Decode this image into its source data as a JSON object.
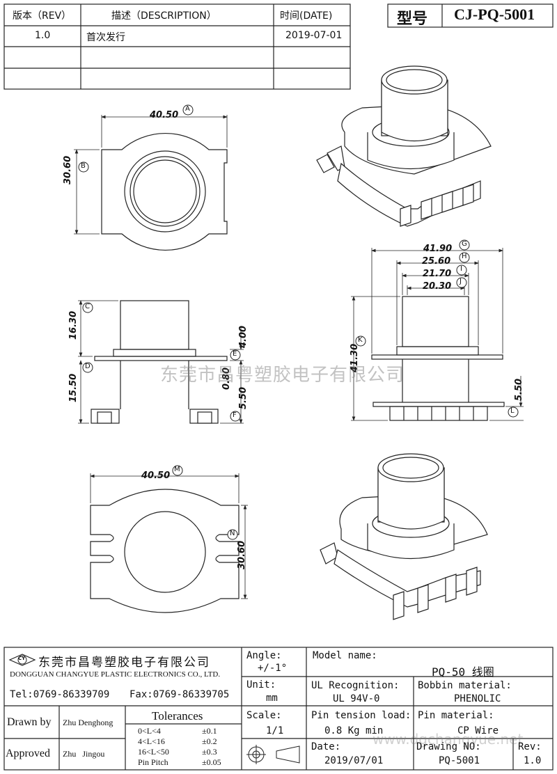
{
  "revision_table": {
    "headers": [
      "版本（REV）",
      "描述（DESCRIPTION）",
      "时间(DATE)"
    ],
    "rows": [
      {
        "rev": "1.0",
        "description": "首次发行",
        "date": "2019-07-01"
      }
    ]
  },
  "model_box": {
    "label": "型号",
    "value": "CJ-PQ-5001"
  },
  "dimensions": {
    "top_view": {
      "A": "40.50",
      "B": "30.60"
    },
    "side_view": {
      "C": "16.30",
      "D": "15.50",
      "E": "4.00",
      "F": "5.50",
      "gap": "0.80"
    },
    "front_view": {
      "G": "41.90",
      "H": "25.60",
      "I": "21.70",
      "J": "20.30",
      "K": "41.30",
      "L": "5.50"
    },
    "bottom_view": {
      "M": "40.50",
      "N": "30.60"
    },
    "markers": [
      "A",
      "B",
      "C",
      "D",
      "E",
      "F",
      "G",
      "H",
      "I",
      "J",
      "K",
      "L",
      "M",
      "N"
    ]
  },
  "watermark": "东莞市昌粤塑胶电子有限公司",
  "watermark_url": "www.dgchangyue.net",
  "title_block": {
    "logo_text": "CY",
    "company_cn": "东莞市昌粤塑胶电子有限公司",
    "company_en": "DONGGUAN CHANGYUE PLASTIC ELECTRONICS CO., LTD.",
    "tel": "Tel:0769-86339709",
    "fax": "Fax:0769-86339705",
    "drawn_by_label": "Drawn by",
    "drawn_by": "Zhu Denghong",
    "approved_label": "Approved",
    "approved_by": "Zhu   Jingou",
    "tolerances_label": "Tolerances",
    "tolerances": [
      {
        "range": "0<L<4",
        "value": "±0.1"
      },
      {
        "range": "4<L<16",
        "value": "±0.2"
      },
      {
        "range": "16<L<50",
        "value": "±0.3"
      },
      {
        "range": "Pin Pitch",
        "value": "±0.05"
      }
    ],
    "angle_label": "Angle:",
    "angle_value": "+/-1°",
    "unit_label": "Unit:",
    "unit_value": "mm",
    "scale_label": "Scale:",
    "scale_value": "1/1",
    "model_name_label": "Model name:",
    "model_name_value": "PQ-50 线圈",
    "ul_label": "UL Recognition:",
    "ul_value": "UL 94V-0",
    "bobbin_label": "Bobbin material:",
    "bobbin_value": "PHENOLIC",
    "pin_tension_label": "Pin tension load:",
    "pin_tension_value": "0.8 Kg min",
    "pin_material_label": "Pin material:",
    "pin_material_value": "CP Wire",
    "date_label": "Date:",
    "date_value": "2019/07/01",
    "drawing_no_label": "Drawing NO:",
    "drawing_no_value": "PQ-5001",
    "rev_label": "Rev:",
    "rev_value": "1.0"
  }
}
